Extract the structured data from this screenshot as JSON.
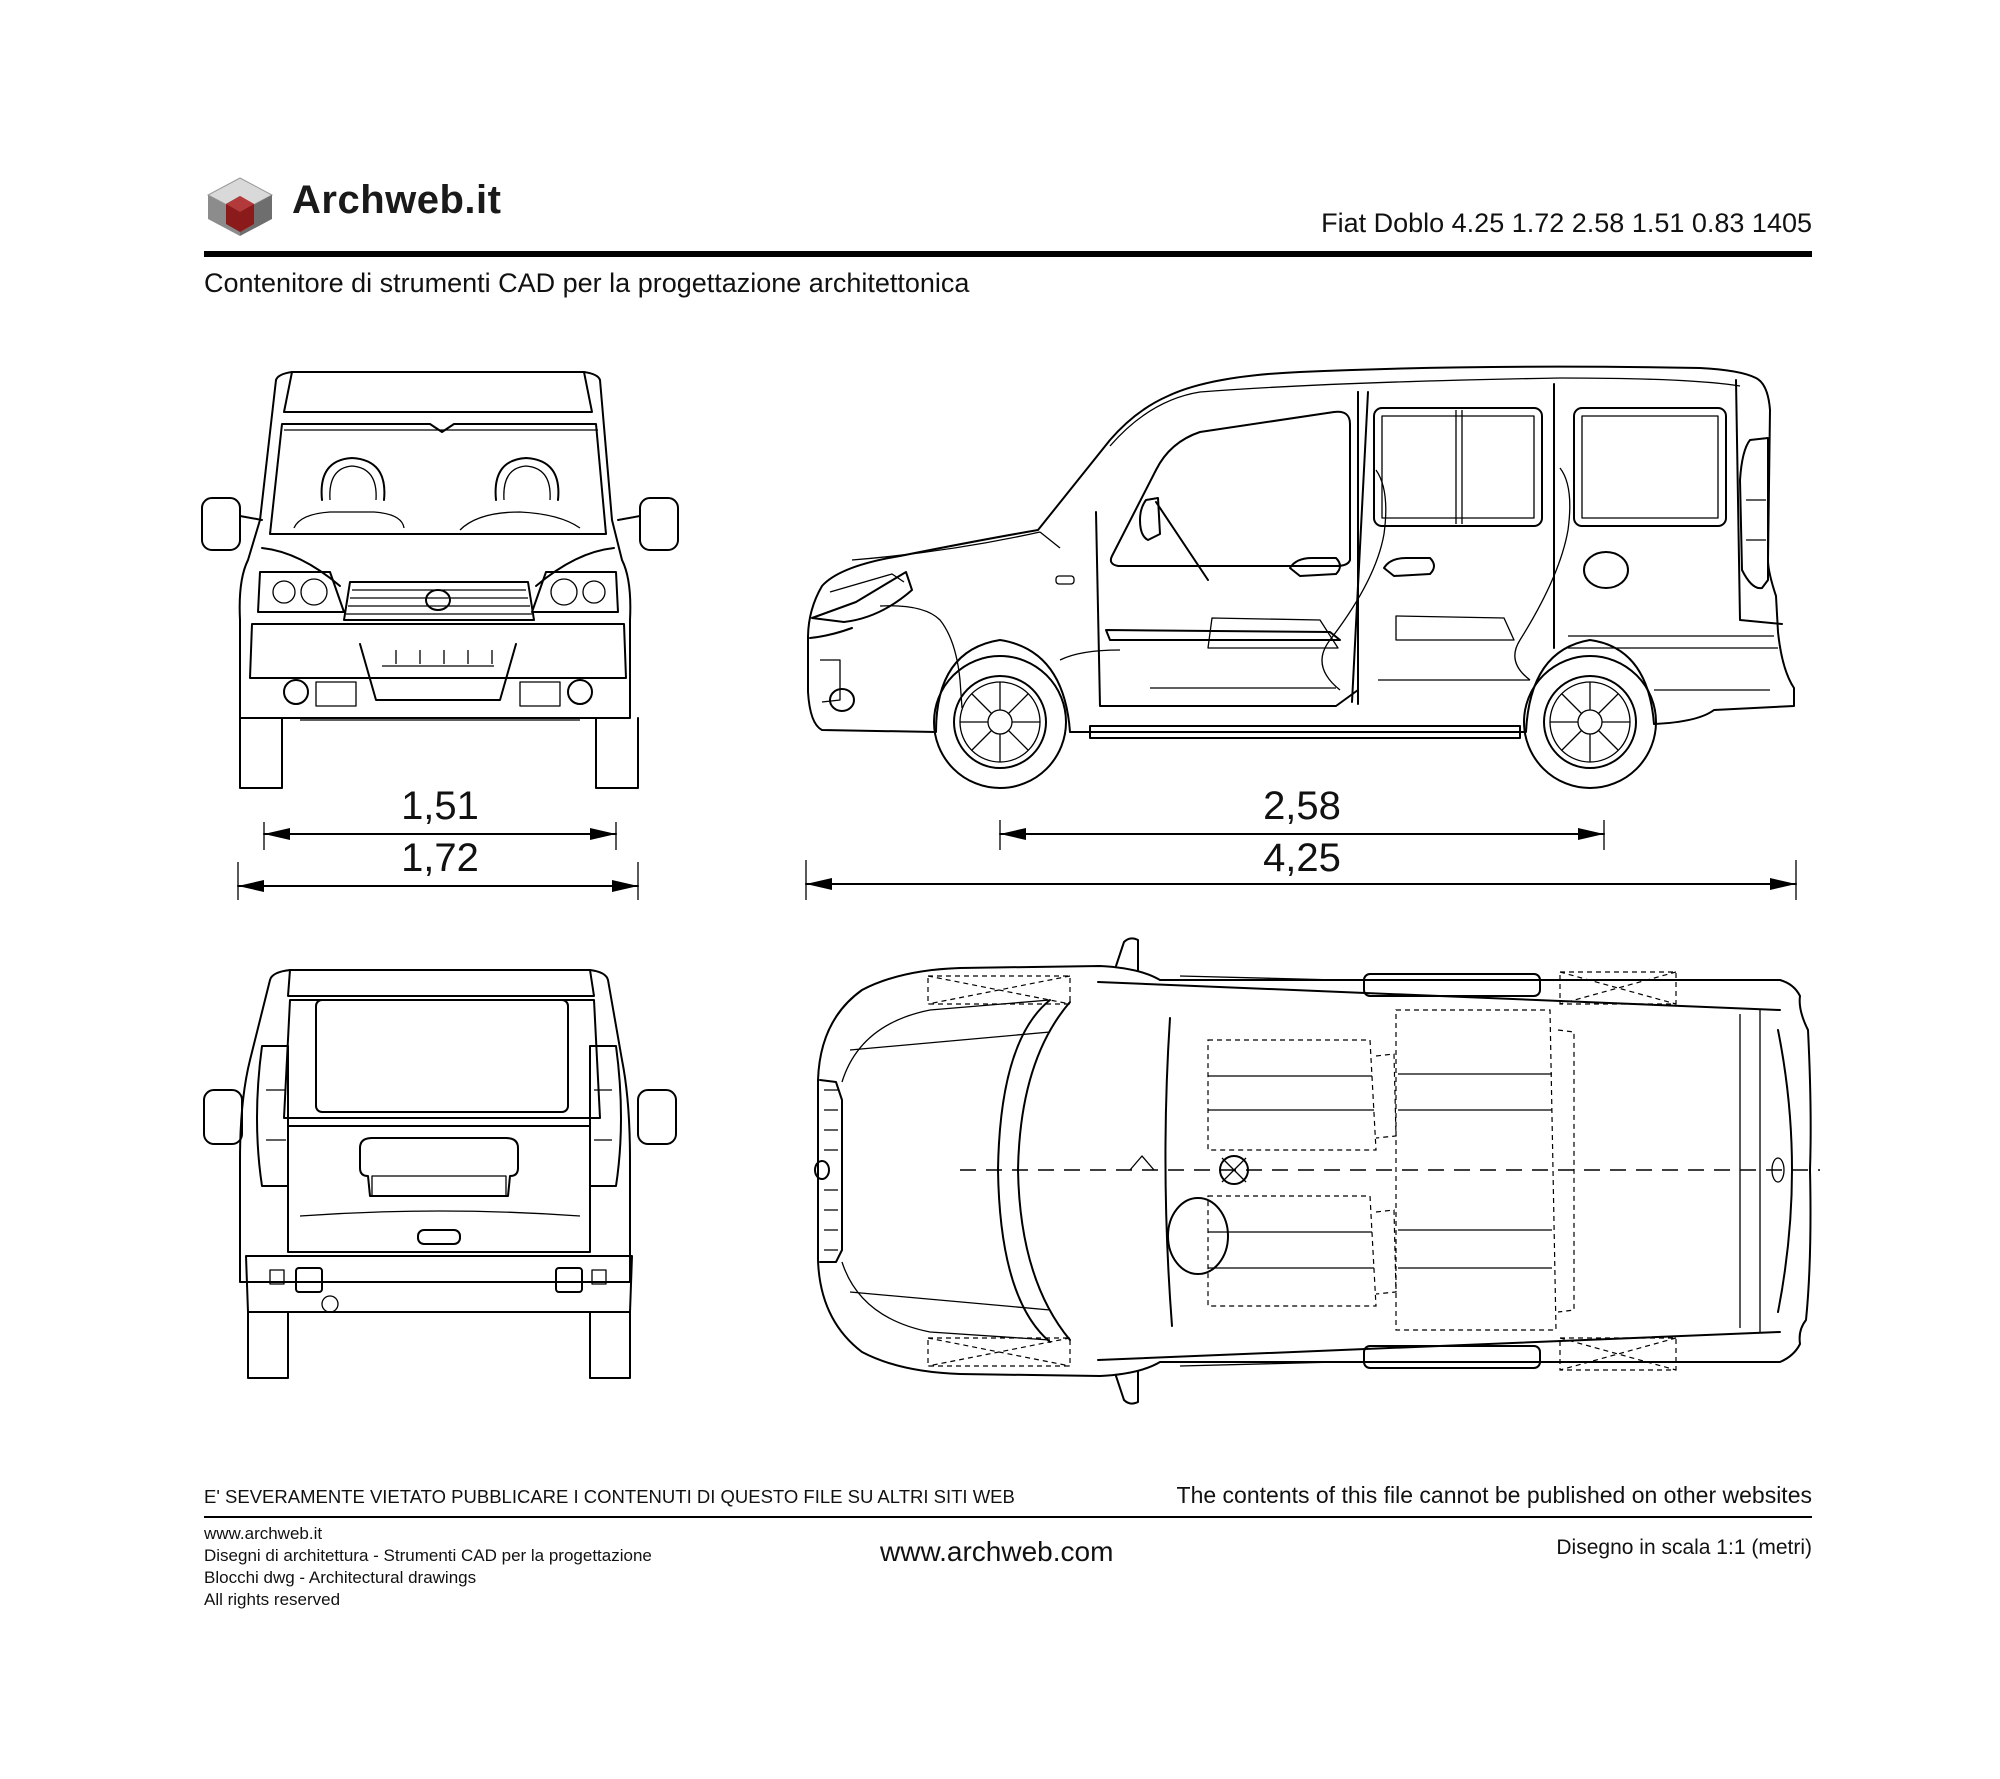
{
  "header": {
    "brand": "Archweb.it",
    "model_title": "Fiat Doblo 4.25 1.72 2.58 1.51 0.83 1405",
    "subtitle": "Contenitore di strumenti CAD per la progettazione architettonica"
  },
  "dimensions": {
    "front_track": "1,51",
    "overall_width": "1,72",
    "wheelbase": "2,58",
    "overall_length": "4,25"
  },
  "notices": {
    "italian": "E' SEVERAMENTE VIETATO PUBBLICARE I CONTENUTI DI QUESTO FILE SU ALTRI SITI WEB",
    "english": "The contents of this file cannot be published on other websites"
  },
  "footer": {
    "lines": [
      "www.archweb.it",
      "Disegni di architettura - Strumenti CAD  per la progettazione",
      "Blocchi dwg - Architectural drawings",
      "All rights reserved"
    ],
    "website": "www.archweb.com",
    "scale": "Disegno in scala 1:1 (metri)"
  },
  "colors": {
    "logo_top": "#d9d9d9",
    "logo_left": "#8c8c8c",
    "logo_right": "#6e6e6e",
    "logo_core": "#8b1a1a"
  }
}
